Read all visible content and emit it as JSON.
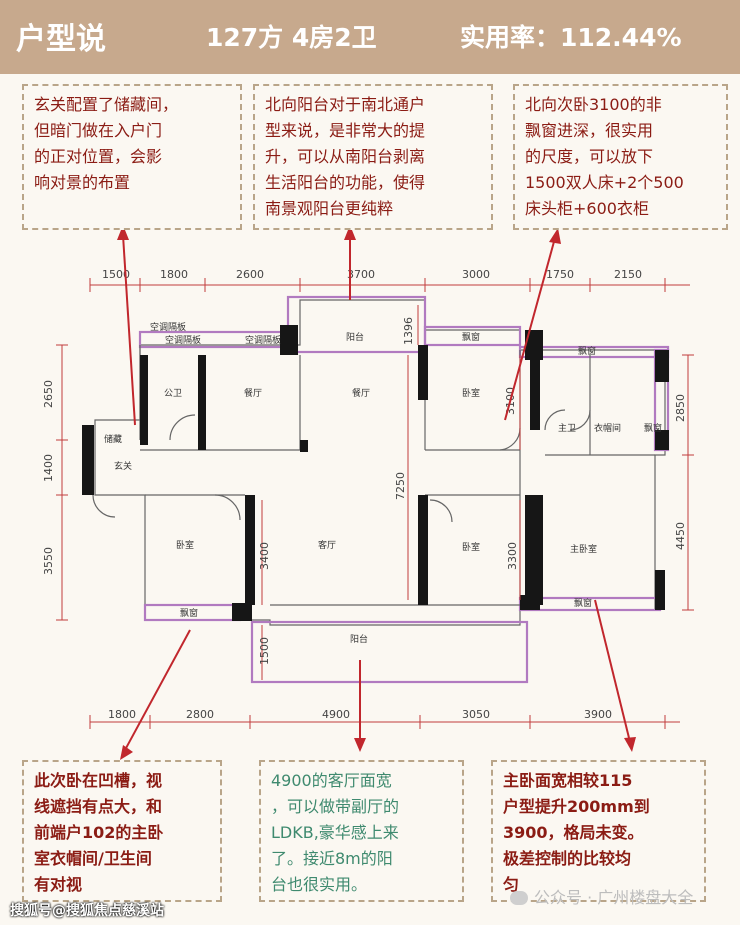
{
  "header": {
    "title": "户型说",
    "spec": "127方 4房2卫",
    "ratio": "实用率：112.44%"
  },
  "notes": {
    "top_left": "玄关配置了储藏间，\n但暗门做在入户门\n的正对位置，会影\n响对景的布置",
    "top_mid": "北向阳台对于南北通户\n型来说，是非常大的提\n升，可以从南阳台剥离\n生活阳台的功能，使得\n南景观阳台更纯粹",
    "top_right": "北向次卧3100的非\n飘窗进深，很实用\n的尺度，可以放下\n1500双人床+2个500\n床头柜+600衣柜",
    "bottom_left": "此次卧在凹槽，视\n线遮挡有点大，和\n前端户102的主卧\n室衣帽间/卫生间\n有对视",
    "bottom_mid": "4900的客厅面宽\n，可以做带副厅的\nLDKB,豪华感上来\n了。接近8m的阳\n台也很实用。",
    "bottom_right": "主卧面宽相较115\n户型提升200mm到\n3900，格局未变。\n极差控制的比较均\n匀"
  },
  "dims": {
    "top": [
      "1500",
      "1800",
      "2600",
      "3700",
      "3000",
      "1750",
      "2150"
    ],
    "bottom": [
      "1800",
      "2800",
      "4900",
      "3050",
      "3900"
    ],
    "left": [
      "2650",
      "1400",
      "3550"
    ],
    "right": [
      "2850",
      "4450"
    ],
    "inner": [
      "1396",
      "3100",
      "7250",
      "3400",
      "3300",
      "1500"
    ]
  },
  "rooms": {
    "balcony_n": "阳台",
    "balcony_s": "阳台",
    "dining_a": "餐厅",
    "dining_b": "餐厅",
    "living": "客厅",
    "bed_n": "卧室",
    "bed_s": "卧室",
    "bed_w": "卧室",
    "master": "主卧室",
    "bath_pub": "公卫",
    "bath_master": "主卫",
    "closet": "衣帽间",
    "storage": "储藏",
    "foyer": "玄关",
    "bay_n1": "飘窗",
    "bay_n2": "飘窗",
    "bay_e": "飘窗",
    "bay_w": "飘窗",
    "bay_s": "飘窗",
    "ac1": "空调隔板",
    "ac2": "空调隔板",
    "ac3": "空调隔板"
  },
  "footer": {
    "left": "搜狐号@搜狐焦点慈溪站",
    "right": "公众号 · 广州楼盘大全"
  }
}
